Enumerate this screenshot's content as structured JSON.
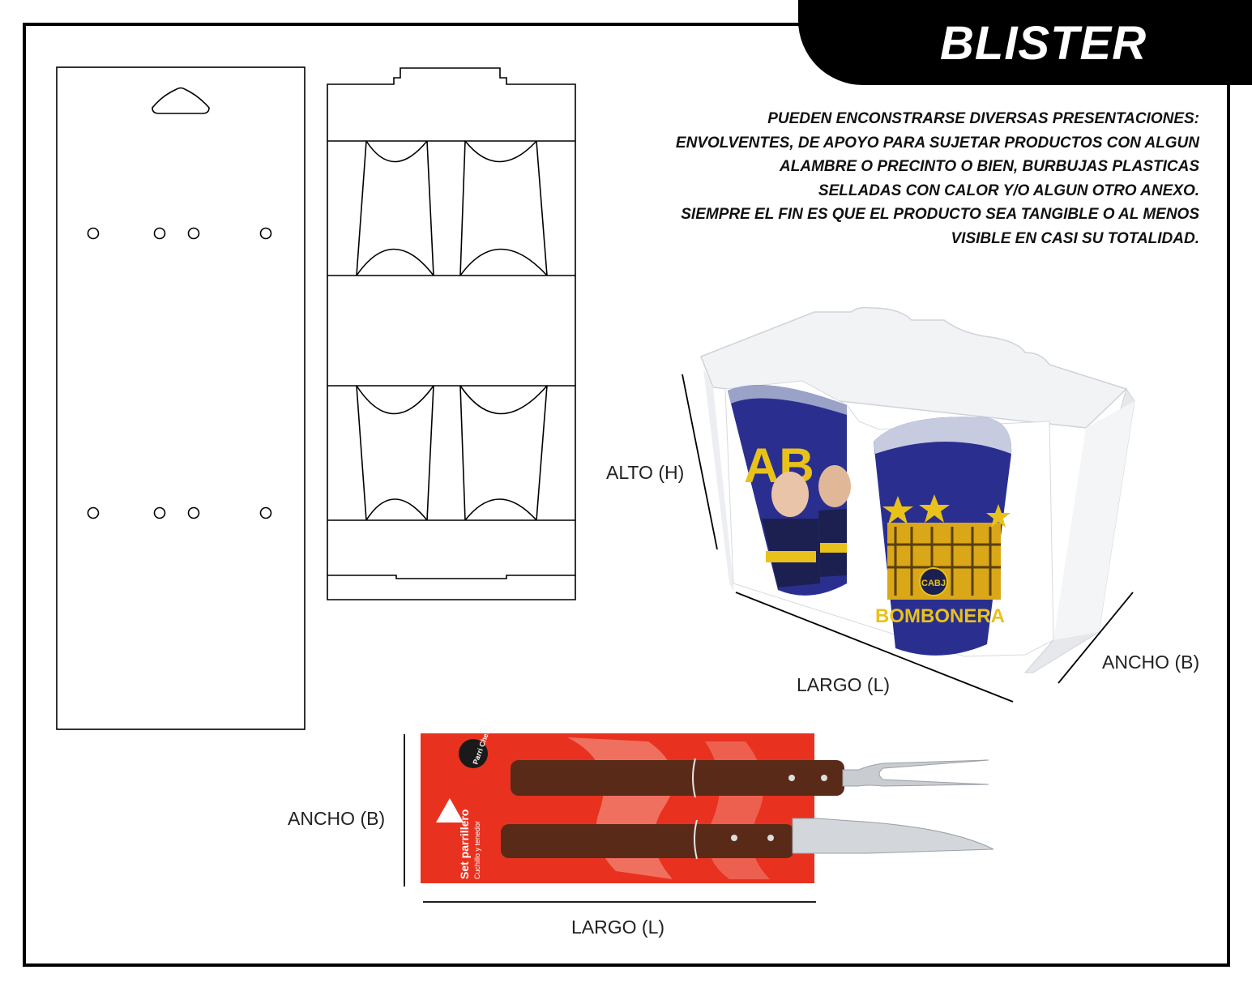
{
  "header": {
    "title": "BLISTER"
  },
  "description": {
    "lines": [
      "PUEDEN ENCONSTRARSE DIVERSAS PRESENTACIONES:",
      "ENVOLVENTES, DE APOYO  PARA SUJETAR PRODUCTOS CON ALGUN",
      "ALAMBRE O PRECINTO O BIEN, BURBUJAS PLASTICAS",
      "SELLADAS CON CALOR Y/O ALGUN OTRO ANEXO.",
      "SIEMPRE EL FIN ES QUE EL PRODUCTO SEA TANGIBLE O AL MENOS",
      "VISIBLE EN CASI SU TOTALIDAD."
    ]
  },
  "cup_photo": {
    "alto_label": "ALTO (H)",
    "largo_label": "LARGO (L)",
    "ancho_label": "ANCHO (B)",
    "cup_text": "BOMBONERA",
    "cup_badge": "CABJ",
    "cup_letters": "AB"
  },
  "bbq_photo": {
    "ancho_label": "ANCHO (B)",
    "largo_label": "LARGO (L)",
    "brand": "Parri Chef",
    "product": "Set parrillero",
    "product_sub": "Cuchillo y tenedor"
  },
  "colors": {
    "ink": "#000000",
    "card_red": "#e8321f",
    "cup_blue": "#2a2f8f",
    "cup_gold": "#e8c21a",
    "wood": "#5a2a18"
  }
}
